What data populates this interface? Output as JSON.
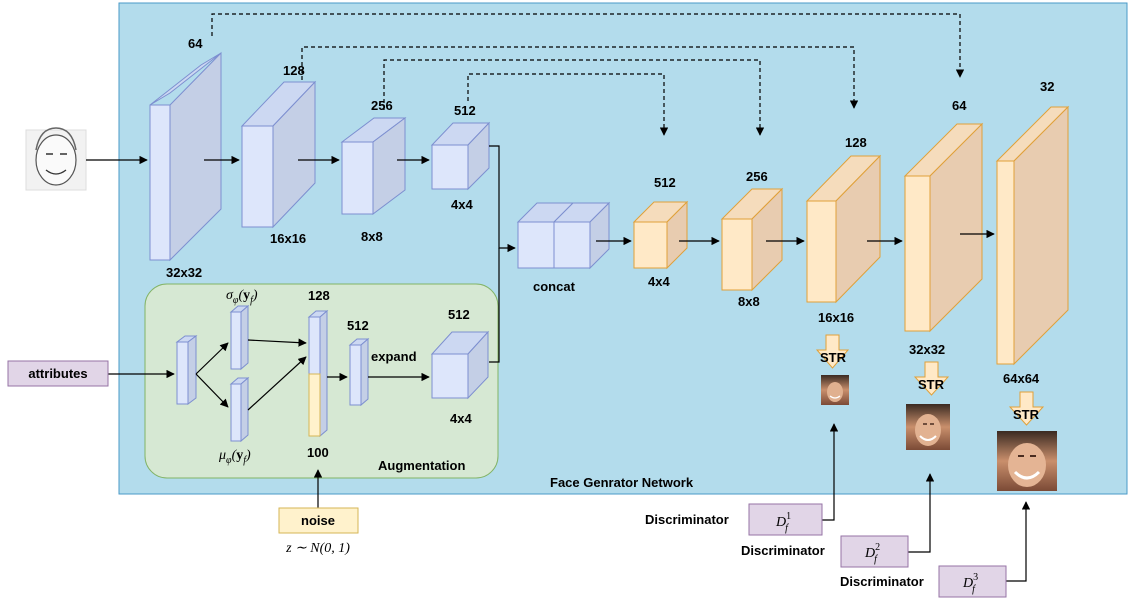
{
  "diagram": {
    "main_panel": {
      "title": "Face Genrator Network",
      "background": "#b3dcec"
    },
    "augmentation_panel": {
      "title": "Augmentation",
      "background": "#d6e8d3"
    },
    "encoder": {
      "channels": [
        "64",
        "128",
        "256",
        "512"
      ],
      "sizes": [
        "32x32",
        "16x16",
        "8x8",
        "4x4"
      ]
    },
    "augmentation": {
      "sigma_label": "σφ(yf)",
      "mu_label": "μφ(yf)",
      "concat_channels": "128",
      "noise_dim": "100",
      "fc_channels": "512",
      "expand_label": "expand",
      "block_channels": "512",
      "block_size": "4x4"
    },
    "concat_label": "concat",
    "decoder": {
      "channels": [
        "512",
        "256",
        "128",
        "64",
        "32"
      ],
      "sizes": [
        "4x4",
        "8x8",
        "16x16",
        "32x32",
        "64x64"
      ]
    },
    "str_label": "STR",
    "inputs": {
      "attributes_label": "attributes",
      "noise_label": "noise",
      "noise_dist": "z ∼ N(0, 1)"
    },
    "discriminators": [
      {
        "label": "Discriminator",
        "symbol_base": "D",
        "sup": "1",
        "sub": "f"
      },
      {
        "label": "Discriminator",
        "symbol_base": "D",
        "sup": "2",
        "sub": "f"
      },
      {
        "label": "Discriminator",
        "symbol_base": "D",
        "sup": "3",
        "sub": "f"
      }
    ],
    "colors": {
      "blue_front": "#dde6fb",
      "blue_side": "#c4cfe6",
      "blue_top": "#ccd8f2",
      "blue_stroke": "#7d8fd0",
      "orange_front": "#ffe9c7",
      "orange_side": "#e8ccb0",
      "orange_top": "#f5dcbc",
      "orange_stroke": "#e0a13a",
      "yellow_fill": "#fff2cc",
      "purple_fill": "#e1d5e7",
      "purple_stroke": "#9673a6"
    }
  }
}
